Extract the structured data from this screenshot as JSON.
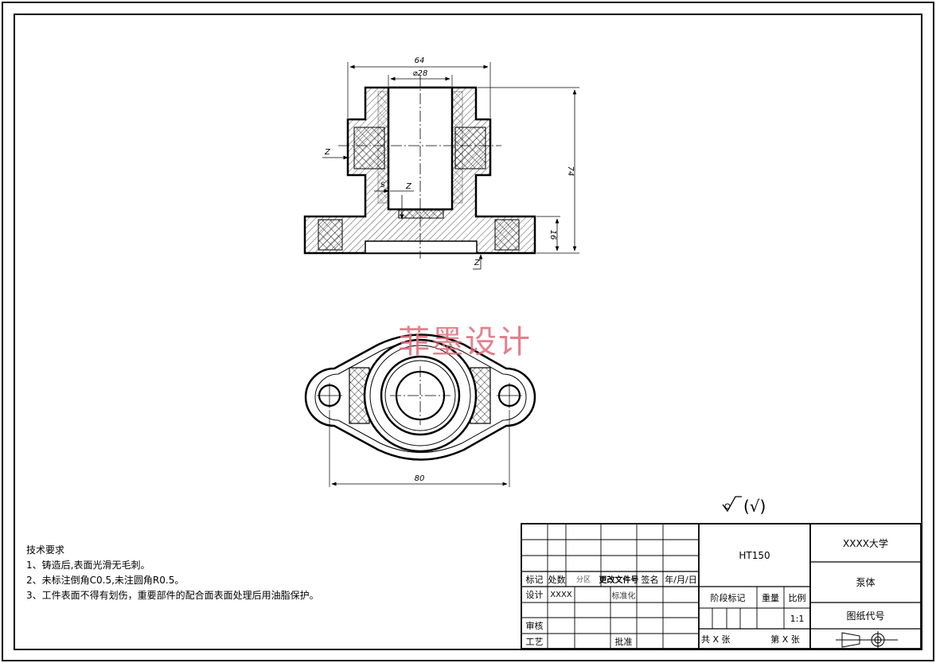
{
  "drawing": {
    "dimensions": {
      "overall_width": "64",
      "bore_diameter": "⌀28",
      "height": "74",
      "flange_height": "16",
      "z_left": "Z",
      "z_inner": "Z",
      "z_bottom": "Z",
      "s_mark": "S",
      "base_width": "80"
    },
    "watermark": "菲墨设计",
    "roughness": "(√)"
  },
  "tech_requirements": {
    "title": "技术要求",
    "items": [
      "1、铸造后,表面光滑无毛刺。",
      "2、未标注倒角C0.5,未注圆角R0.5。",
      "3、工件表面不得有划伤，重要部件的配合面表面处理后用油脂保护。"
    ]
  },
  "title_block": {
    "material": "HT150",
    "university": "XXXX大学",
    "part_name": "泵体",
    "drawing_code_label": "图纸代号",
    "headers": {
      "mark": "标记",
      "count": "处数",
      "zone": "分区",
      "change_doc": "更改文件号",
      "sign": "签名",
      "date": "年/月/日"
    },
    "design": "设计",
    "designer": "XXXX",
    "standardize": "标准化",
    "review": "审核",
    "process": "工艺",
    "approve": "批准",
    "stage_mark": "阶段标记",
    "weight": "重量",
    "scale_label": "比例",
    "scale": "1:1",
    "total_sheets": "共 X 张",
    "sheet_no": "第 X 张"
  }
}
